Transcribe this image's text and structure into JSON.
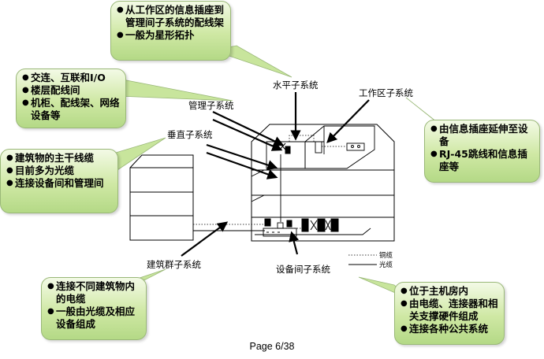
{
  "callouts": {
    "horizontal": [
      "从工作区的信息插座到管理间子系统的配线架",
      "一般为星形拓扑"
    ],
    "management": [
      "交连、互联和I/O",
      "楼层配线间",
      "机柜、配线架、网络设备等"
    ],
    "vertical": [
      "建筑物的主干线缆",
      "目前多为光缆",
      "连接设备间和管理间"
    ],
    "work_area": [
      "由信息插座延伸至设备",
      "RJ-45跳线和信息插座等"
    ],
    "campus": [
      "连接不同建筑物内的电缆",
      "一般由光缆及相应设备组成"
    ],
    "equipment": [
      "位于主机房内",
      "由电缆、连接器和相关支撑硬件组成",
      "连接各种公共系统"
    ]
  },
  "labels": {
    "horizontal": "水平子系统",
    "management": "管理子系统",
    "work_area": "工作区子系统",
    "vertical": "垂直子系统",
    "campus": "建筑群子系统",
    "equipment": "设备间子系统"
  },
  "legend": {
    "copper": "铜缆",
    "fiber": "光缆"
  },
  "footer": {
    "page": "Page 6/38"
  },
  "colors": {
    "callout_fill": "#c8e59c",
    "callout_border": "#9ab878",
    "line": "#000000"
  }
}
